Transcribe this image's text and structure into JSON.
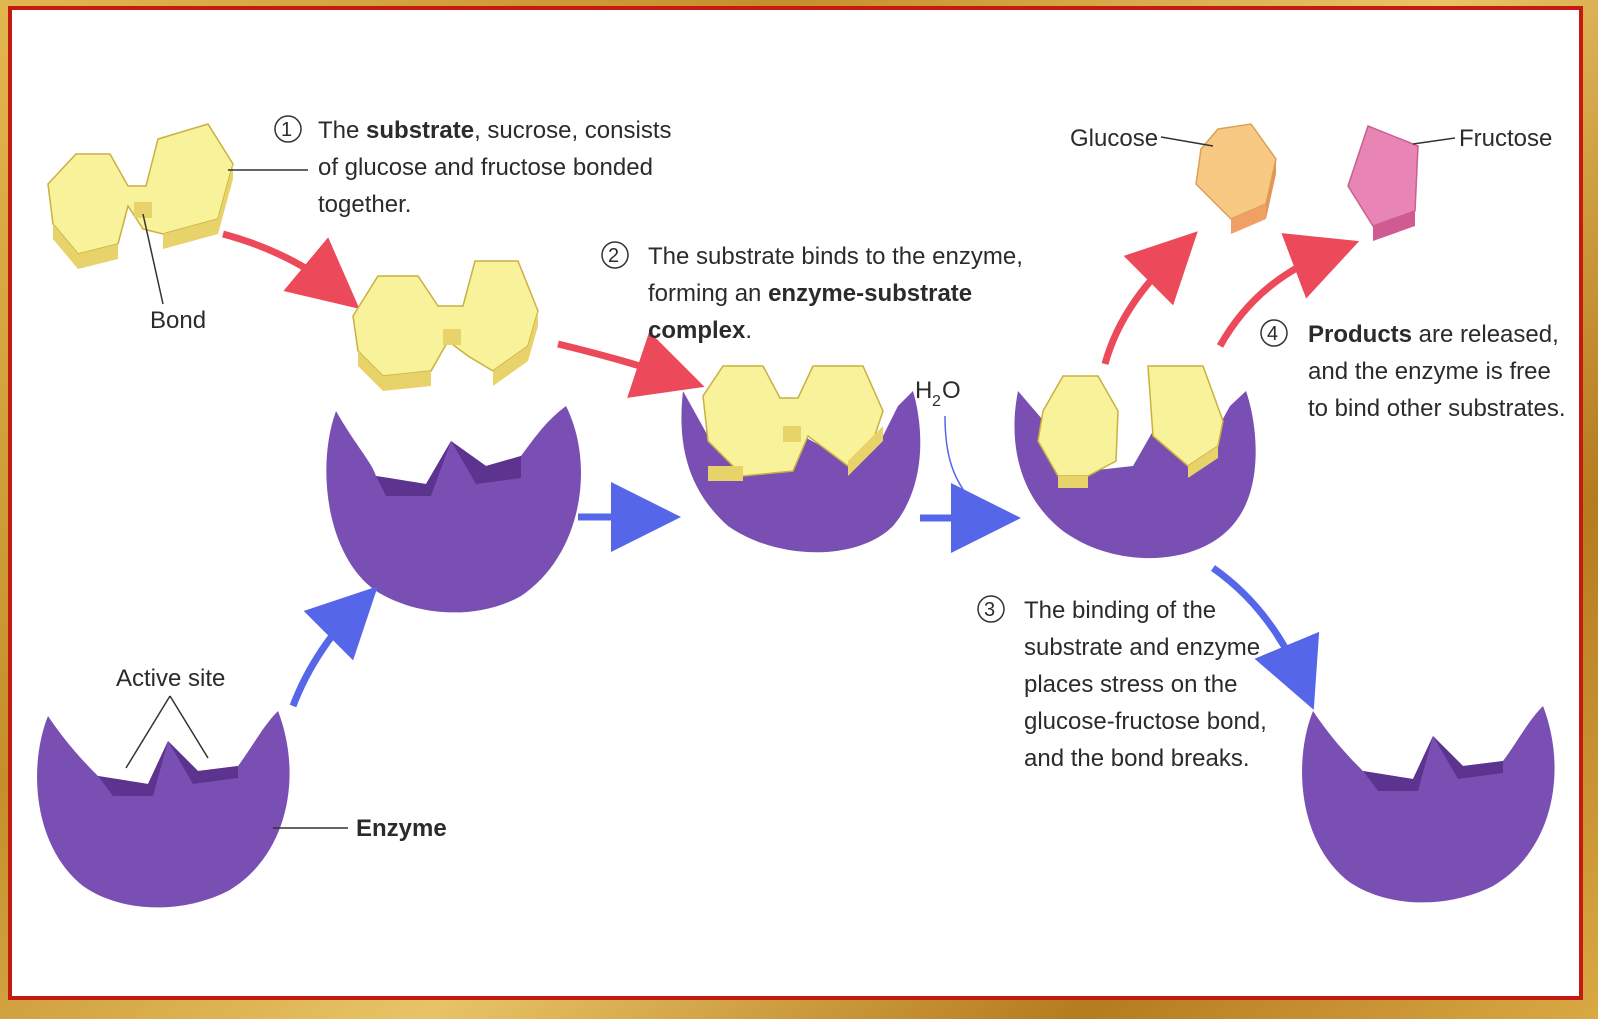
{
  "labels": {
    "bond": "Bond",
    "active_site": "Active site",
    "enzyme": "Enzyme",
    "glucose": "Glucose",
    "fructose": "Fructose",
    "h2o_h": "H",
    "h2o_sub": "2",
    "h2o_o": "O"
  },
  "steps": [
    {
      "number": "1",
      "lines": [
        [
          {
            "text": "The ",
            "bold": false
          },
          {
            "text": "substrate",
            "bold": true
          },
          {
            "text": ", sucrose, consists",
            "bold": false
          }
        ],
        [
          {
            "text": "of glucose and fructose bonded",
            "bold": false
          }
        ],
        [
          {
            "text": "together.",
            "bold": false
          }
        ]
      ]
    },
    {
      "number": "2",
      "lines": [
        [
          {
            "text": "The substrate binds to the enzyme,",
            "bold": false
          }
        ],
        [
          {
            "text": "forming an ",
            "bold": false
          },
          {
            "text": "enzyme-substrate",
            "bold": true
          }
        ],
        [
          {
            "text": "complex",
            "bold": true
          },
          {
            "text": ".",
            "bold": false
          }
        ]
      ]
    },
    {
      "number": "3",
      "lines": [
        [
          {
            "text": "The binding of the",
            "bold": false
          }
        ],
        [
          {
            "text": "substrate and enzyme",
            "bold": false
          }
        ],
        [
          {
            "text": "places stress on the",
            "bold": false
          }
        ],
        [
          {
            "text": "glucose-fructose bond,",
            "bold": false
          }
        ],
        [
          {
            "text": "and the bond breaks.",
            "bold": false
          }
        ]
      ]
    },
    {
      "number": "4",
      "lines": [
        [
          {
            "text": "Products",
            "bold": true
          },
          {
            "text": " are released,",
            "bold": false
          }
        ],
        [
          {
            "text": "and the enzyme is free",
            "bold": false
          }
        ],
        [
          {
            "text": "to bind other substrates.",
            "bold": false
          }
        ]
      ]
    }
  ],
  "colors": {
    "enzyme": "#7a4fb3",
    "enzyme_dark": "#5c3490",
    "substrate": "#f8f29a",
    "substrate_side": "#e8d36a",
    "glucose": "#f7c983",
    "fructose": "#e985b5",
    "red_arrow": "#ec4a5a",
    "blue_arrow": "#5566e8",
    "frame_red": "#c41a12"
  }
}
